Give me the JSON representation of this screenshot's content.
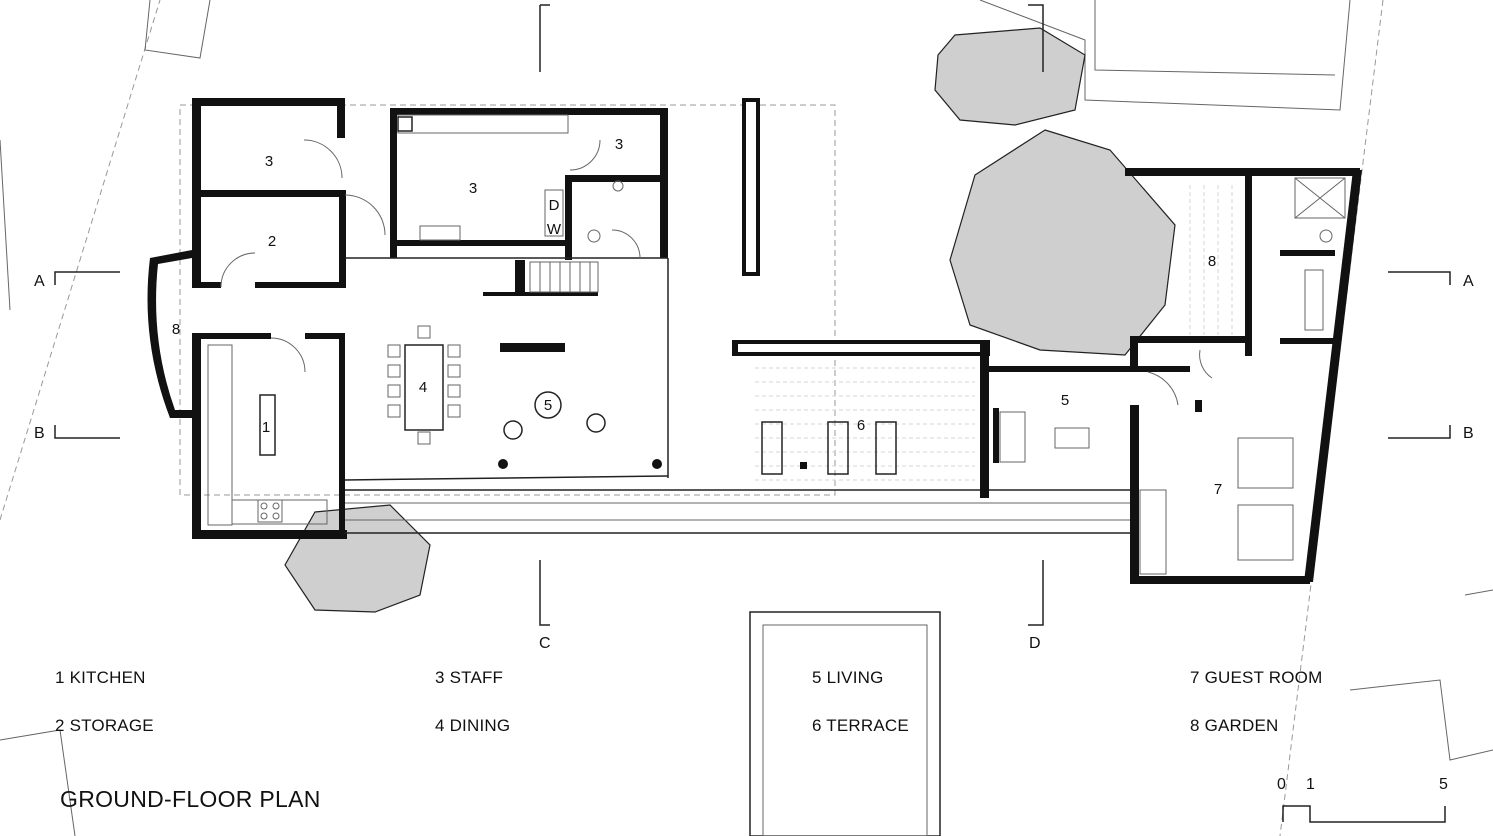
{
  "title": "GROUND-FLOOR PLAN",
  "legend": [
    {
      "id": "1",
      "text": "1 KITCHEN"
    },
    {
      "id": "2",
      "text": "2 STORAGE"
    },
    {
      "id": "3",
      "text": "3 STAFF"
    },
    {
      "id": "4",
      "text": "4 DINING"
    },
    {
      "id": "5",
      "text": "5 LIVING"
    },
    {
      "id": "6",
      "text": "6 TERRACE"
    },
    {
      "id": "7",
      "text": "7 GUEST ROOM"
    },
    {
      "id": "8",
      "text": "8 GARDEN"
    }
  ],
  "room_tags": {
    "kitchen": "1",
    "storage": "2",
    "staff_a": "3",
    "staff_b": "3",
    "staff_c": "3",
    "dining": "4",
    "living_main": "5",
    "living_annex": "5",
    "terrace": "6",
    "guest_room": "7",
    "garden_west": "8",
    "garden_east": "8"
  },
  "section_marks": {
    "a_left": "A",
    "a_right": "A",
    "b_left": "B",
    "b_right": "B",
    "c": "C",
    "d": "D"
  },
  "appliance_labels": {
    "w": "W",
    "d": "D"
  },
  "scale_bar": {
    "zero": "0",
    "one": "1",
    "five": "5"
  },
  "colors": {
    "wall": "#111111",
    "rock": "#cfcfcf",
    "background": "#ffffff"
  }
}
